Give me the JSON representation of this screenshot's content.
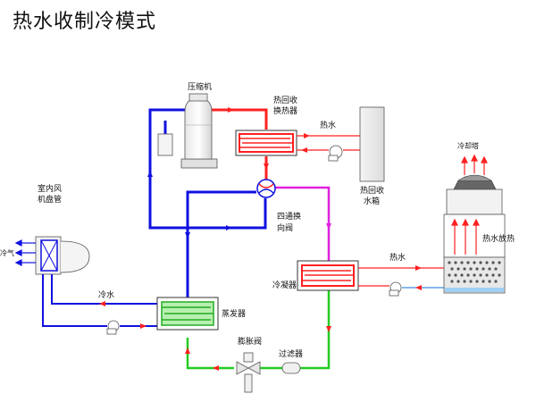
{
  "title": "热水收制冷模式",
  "labels": {
    "compressor": "压缩机",
    "hr_exchanger_1": "热回收",
    "hr_exchanger_2": "换热器",
    "hot_water_top": "热水",
    "hr_tank_1": "热回收",
    "hr_tank_2": "水箱",
    "four_way_1": "四通换",
    "four_way_2": "向阀",
    "indoor_1": "室内风",
    "indoor_2": "机盘管",
    "cold_air": "冷气",
    "cold_water": "冷水",
    "evaporator": "蒸发器",
    "expansion": "膨胀阀",
    "filter": "过滤器",
    "condenser": "冷凝器",
    "hot_water_right": "热水",
    "cooling_tower_top": "冷却塔",
    "hot_water_release": "热水放热"
  },
  "colors": {
    "refrigerant_low": "#1010e0",
    "refrigerant_high": "#ff2020",
    "condensed": "#e020e0",
    "liquid": "#22cc22",
    "water_return": "#3a8fe0"
  }
}
